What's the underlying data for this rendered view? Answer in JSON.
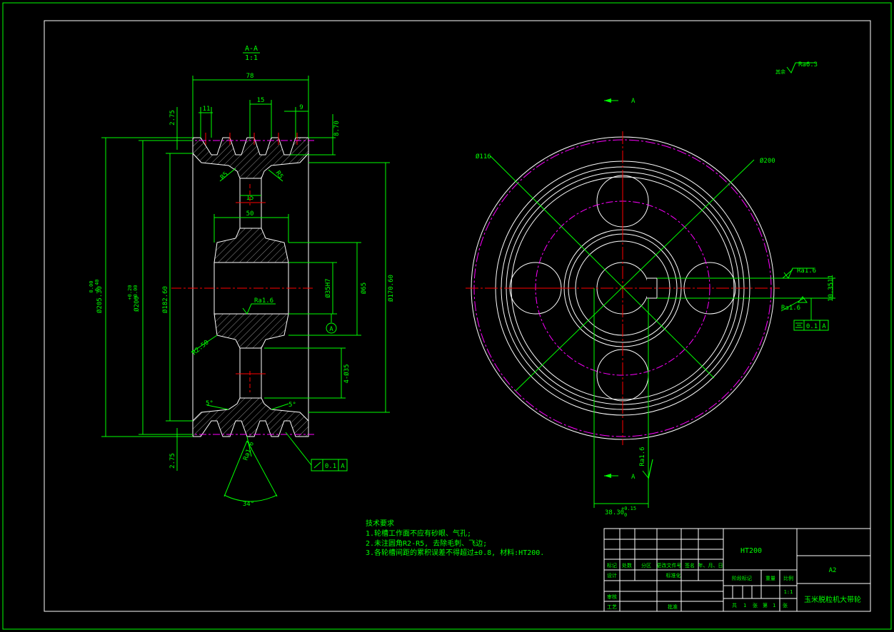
{
  "colors": {
    "background": "#000000",
    "outline": "#ffffff",
    "dimension": "#00ff00",
    "centerline": "#ff0000",
    "pitch": "#ff00ff",
    "text": "#00ff00"
  },
  "section_view": {
    "title": "A-A",
    "scale": "1:1",
    "dims": {
      "overall_width": "78",
      "groove_pitch": "15",
      "groove_top": "11",
      "groove_edge": "9",
      "groove_depth": "8.70",
      "rim_top_offset": "2.75",
      "rim_bottom_offset": "2.75",
      "web_thickness": "15",
      "hub_width": "50",
      "fillet_left": "R5",
      "fillet_right": "R5",
      "od_main": "Ø205.30",
      "od_tol_upper": "0.00",
      "od_tol_lower": "-0.40",
      "pitch_dia": "Ø200",
      "pitch_tol_upper": "+0.20",
      "pitch_tol_lower": "-0.00",
      "rim_inner": "Ø182.60",
      "bore": "Ø35H7",
      "hub_od": "Ø65",
      "web_dia": "Ø170.60",
      "holes": "4-Ø35",
      "fillet_hub": "R2.50",
      "angle_left": "5°",
      "angle_right": "5°",
      "groove_angle": "34°",
      "rough_bore": "Ra1.6",
      "rough_groove": "Ra1.6",
      "datum": "A",
      "tol_value": "0.1",
      "tol_datum": "A"
    }
  },
  "front_view": {
    "dims": {
      "section_label_top": "A",
      "section_label_bottom": "A",
      "dia_small": "Ø116",
      "dia_large": "Ø200",
      "keyway_depth": "10.3511",
      "keyway_width": "38.30",
      "keyway_tol_upper": "+0.15",
      "keyway_tol_lower": "0",
      "rough_key_1": "Ra1.6",
      "rough_key_2": "Ra1.6",
      "rough_bottom": "Ra1.6",
      "tol_value": "0.1",
      "tol_datum": "A"
    }
  },
  "general_roughness": {
    "label": "其余",
    "value": "Ra6.3"
  },
  "tech_notes": {
    "title": "技术要求",
    "lines": [
      "1.轮槽工作面不应有砂眼、气孔;",
      "2.未注圆角R2-R5, 去除毛刺、飞边;",
      "3.各轮槽间距的累积误差不得超过±0.8, 材料:HT200."
    ]
  },
  "title_block": {
    "material": "HT200",
    "sheet_size": "A2",
    "drawing_name": "玉米脱粒机大带轮",
    "scale": "1:1",
    "row_labels": [
      "标记",
      "处数",
      "分区",
      "更改文件号",
      "签名",
      "年、月、日"
    ],
    "designer_label": "设计",
    "standard_label": "标准化",
    "stage_label": "阶段标记",
    "weight_label": "重量",
    "scale_label": "比例",
    "review_label": "审核",
    "process_label": "工艺",
    "approve_label": "批准",
    "sheets_total_label": "共",
    "sheets_total": "1",
    "sheets_unit": "张",
    "sheet_no_label": "第",
    "sheet_no": "1",
    "sheet_no_unit": "张"
  }
}
